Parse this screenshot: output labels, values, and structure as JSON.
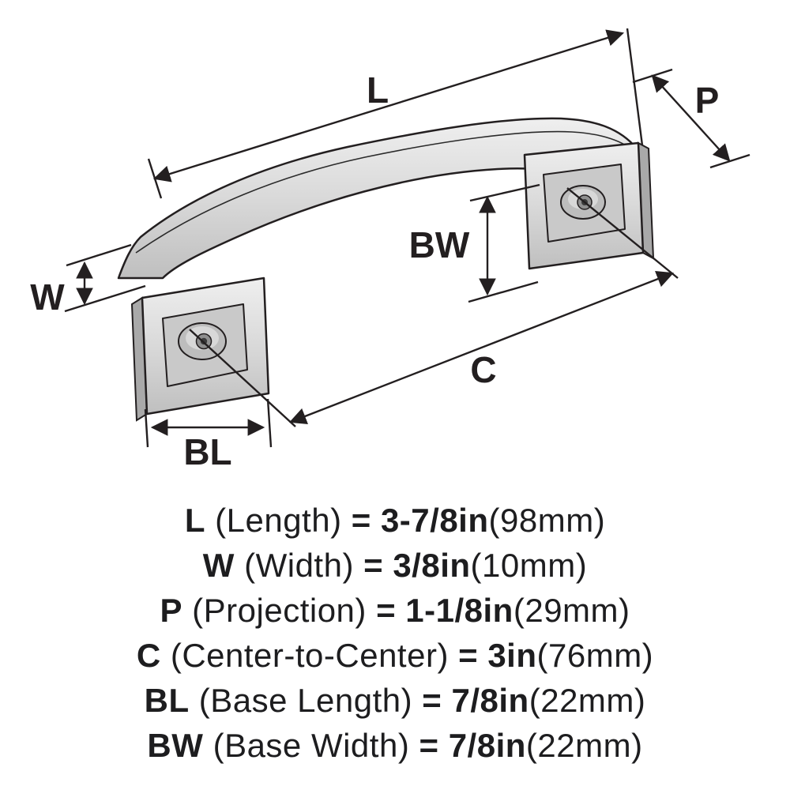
{
  "dimension_labels": {
    "l": "L",
    "p": "P",
    "w": "W",
    "bw": "BW",
    "c": "C",
    "bl": "BL"
  },
  "specs": [
    {
      "abbr": "L",
      "name": "(Length)",
      "equals": "=",
      "value": "3-7/8in",
      "metric": "(98mm)"
    },
    {
      "abbr": "W",
      "name": "(Width)",
      "equals": "=",
      "value": "3/8in",
      "metric": "(10mm)"
    },
    {
      "abbr": "P",
      "name": "(Projection)",
      "equals": "=",
      "value": "1-1/8in",
      "metric": "(29mm)"
    },
    {
      "abbr": "C",
      "name": "(Center-to-Center)",
      "equals": "=",
      "value": "3in",
      "metric": "(76mm)"
    },
    {
      "abbr": "BL",
      "name": "(Base Length)",
      "equals": "=",
      "value": "7/8in",
      "metric": "(22mm)"
    },
    {
      "abbr": "BW",
      "name": "(Base Width)",
      "equals": "=",
      "value": "7/8in",
      "metric": "(22mm)"
    }
  ],
  "colors": {
    "line": "#231f20",
    "metal_light": "#efefef",
    "metal_mid": "#d6d6d6",
    "metal_dark": "#a9a9a9",
    "text": "#1d1d1f"
  }
}
